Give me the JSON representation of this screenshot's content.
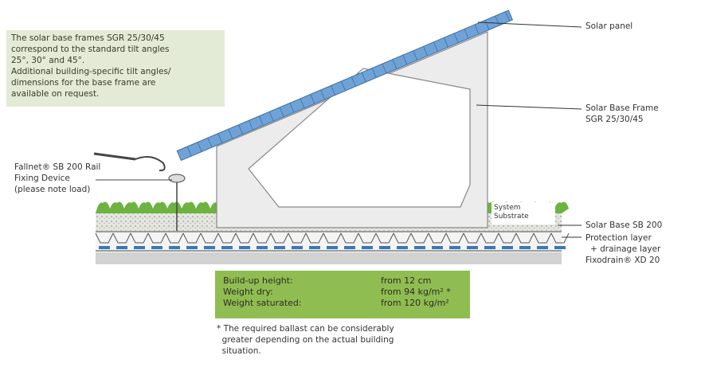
{
  "info_box": {
    "lines": [
      "The solar base frames SGR 25/30/45",
      "correspond to the standard tilt angles",
      "25°, 30° and 45°.",
      "Additional building-specific tilt angles/",
      "dimensions for the base frame are",
      "available on request."
    ]
  },
  "labels": {
    "solar_panel": "Solar panel",
    "frame": [
      "Solar Base Frame",
      "SGR 25/30/45"
    ],
    "fallnet": [
      "Fallnet® SB 200 Rail",
      "Fixing Device",
      "(please note load)"
    ],
    "substrate": [
      "System",
      "Substrate"
    ],
    "solar_base": "Solar Base SB 200",
    "protection": [
      "Protection layer",
      "+ drainage layer",
      "Fixodrain® XD 20"
    ]
  },
  "specs": [
    {
      "label": "Build-up height:",
      "value": "from 12 cm"
    },
    {
      "label": "Weight dry:",
      "value": "from 94 kg/m² *"
    },
    {
      "label": "Weight saturated:",
      "value": "from 120 kg/m²"
    }
  ],
  "footnote": [
    "* The required ballast can be considerably",
    "  greater depending on the actual building",
    "  situation."
  ],
  "colors": {
    "info_bg": "#e3ebd6",
    "spec_bg": "#8fbd52",
    "panel": "#6fa3d8",
    "vegetation": "#6cb33f"
  }
}
